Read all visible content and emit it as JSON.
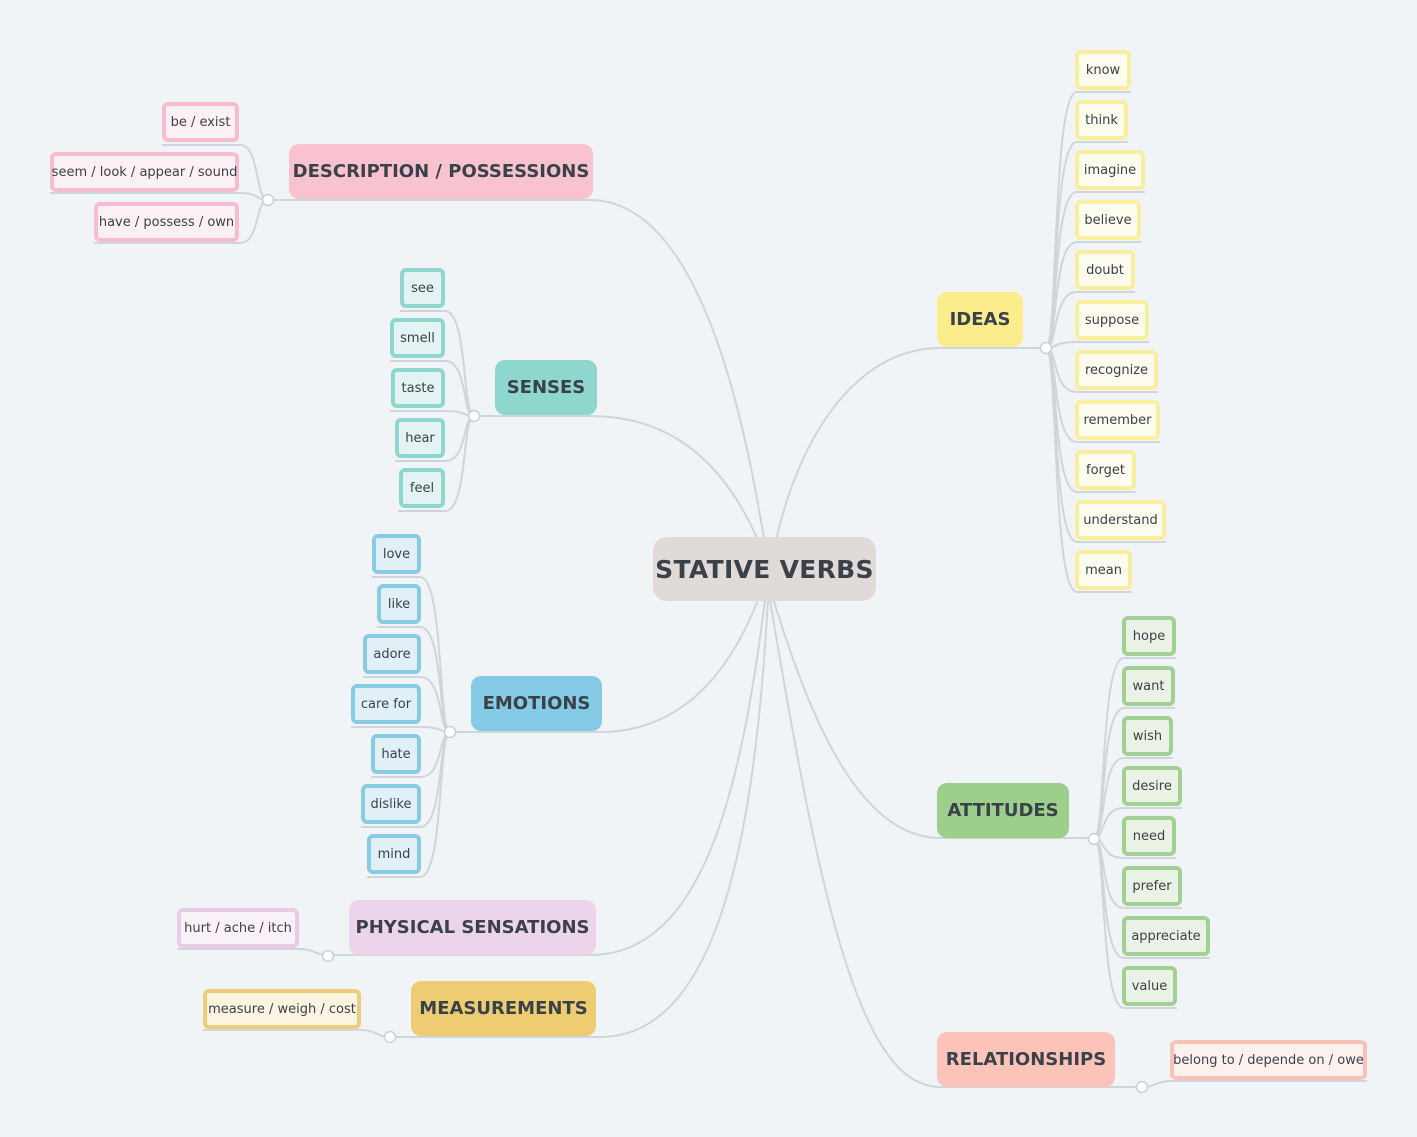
{
  "center": "STATIVE VERBS",
  "categories": [
    {
      "key": "description",
      "label": "DESCRIPTION / POSSESSIONS",
      "color": "#f9c2d1",
      "items": [
        "be / exist",
        "seem / look / appear / sound",
        "have / possess / own"
      ]
    },
    {
      "key": "senses",
      "label": "SENSES",
      "color": "#8ed7cf",
      "items": [
        "see",
        "smell",
        "taste",
        "hear",
        "feel"
      ]
    },
    {
      "key": "emotions",
      "label": "EMOTIONS",
      "color": "#85cae6",
      "items": [
        "love",
        "like",
        "adore",
        "care for",
        "hate",
        "dislike",
        "mind"
      ]
    },
    {
      "key": "physical",
      "label": "PHYSICAL SENSATIONS",
      "color": "#ecd4ea",
      "items": [
        "hurt / ache / itch"
      ]
    },
    {
      "key": "measurements",
      "label": "MEASUREMENTS",
      "color": "#eecd72",
      "items": [
        "measure / weigh / cost"
      ]
    },
    {
      "key": "ideas",
      "label": "IDEAS",
      "color": "#fbec8c",
      "items": [
        "know",
        "think",
        "imagine",
        "believe",
        "doubt",
        "suppose",
        "recognize",
        "remember",
        "forget",
        "understand",
        "mean"
      ]
    },
    {
      "key": "attitudes",
      "label": "ATTITUDES",
      "color": "#9ccf8c",
      "items": [
        "hope",
        "want",
        "wish",
        "desire",
        "need",
        "prefer",
        "appreciate",
        "value"
      ]
    },
    {
      "key": "relationships",
      "label": "RELATIONSHIPS",
      "color": "#fcc4b8",
      "items": [
        "belong to / depende on / owe"
      ]
    }
  ]
}
